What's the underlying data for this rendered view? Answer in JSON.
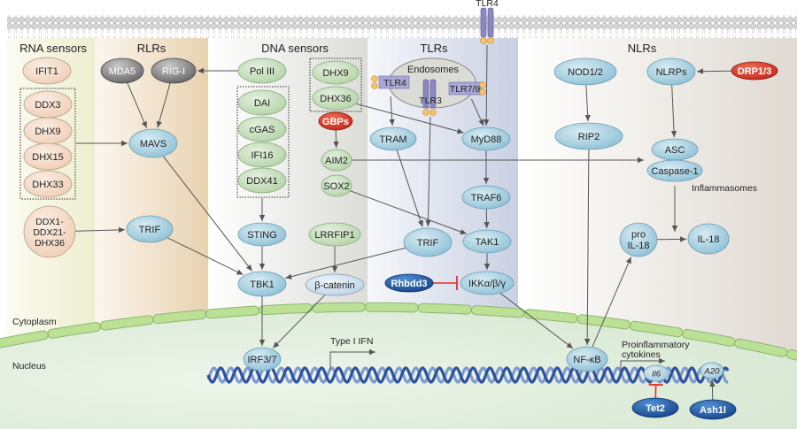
{
  "headers": {
    "rna_sensors": "RNA sensors",
    "rlrs": "RLRs",
    "dna_sensors": "DNA sensors",
    "tlrs": "TLRs",
    "nlrs": "NLRs"
  },
  "compartments": {
    "cytoplasm": "Cytoplasm",
    "nucleus": "Nucleus",
    "endosomes": "Endosomes",
    "inflammasomes": "Inflammasomes"
  },
  "receptors": {
    "tlr4_membrane": "TLR4",
    "tlr4_endosome": "TLR4",
    "tlr3": "TLR3",
    "tlr79": "TLR7/9"
  },
  "transcription": {
    "type1_ifn": "Type I IFN",
    "proinflammatory_1": "Proinflammatory",
    "proinflammatory_2": "cytokines"
  },
  "colors": {
    "peach": "#f2d6c0",
    "gray": "#7a7a7a",
    "green": "#c6ddbd",
    "blue": "#9fcbdc",
    "red": "#d8372a",
    "dark_blue": "#1c57a3",
    "inhibit": "#e8302a",
    "nuclear_envelope": "#b9dc92",
    "dna": "#2f52a0"
  },
  "nodes": [
    {
      "id": "ifit1",
      "label": "IFIT1",
      "kind": "peach"
    },
    {
      "id": "ddx3",
      "label": "DDX3",
      "kind": "peach"
    },
    {
      "id": "dhx9a",
      "label": "DHX9",
      "kind": "peach"
    },
    {
      "id": "dhx15",
      "label": "DHX15",
      "kind": "peach"
    },
    {
      "id": "dhx33",
      "label": "DHX33",
      "kind": "peach"
    },
    {
      "id": "ddx1",
      "label": "DDX1-\nDDX21-\nDHX36",
      "kind": "peach"
    },
    {
      "id": "mda5",
      "label": "MDA5",
      "kind": "gray"
    },
    {
      "id": "rigi",
      "label": "RIG-I",
      "kind": "gray"
    },
    {
      "id": "mavs",
      "label": "MAVS",
      "kind": "blue"
    },
    {
      "id": "trif1",
      "label": "TRIF",
      "kind": "blue"
    },
    {
      "id": "pol3",
      "label": "Pol III",
      "kind": "green"
    },
    {
      "id": "dai",
      "label": "DAI",
      "kind": "green"
    },
    {
      "id": "cgas",
      "label": "cGAS",
      "kind": "green"
    },
    {
      "id": "ifi16",
      "label": "IFI16",
      "kind": "green"
    },
    {
      "id": "ddx41",
      "label": "DDX41",
      "kind": "green"
    },
    {
      "id": "sting",
      "label": "STING",
      "kind": "blue"
    },
    {
      "id": "tbk1",
      "label": "TBK1",
      "kind": "blue"
    },
    {
      "id": "lrrfip1",
      "label": "LRRFIP1",
      "kind": "green"
    },
    {
      "id": "bcat",
      "label": "β-catenin",
      "kind": "lightblue"
    },
    {
      "id": "irf",
      "label": "IRF3/7",
      "kind": "blue"
    },
    {
      "id": "dhx9b",
      "label": "DHX9",
      "kind": "green"
    },
    {
      "id": "dhx36",
      "label": "DHX36",
      "kind": "green"
    },
    {
      "id": "gbps",
      "label": "GBPs",
      "kind": "red"
    },
    {
      "id": "aim2",
      "label": "AIM2",
      "kind": "green"
    },
    {
      "id": "sox2",
      "label": "SOX2",
      "kind": "green"
    },
    {
      "id": "tram",
      "label": "TRAM",
      "kind": "blue"
    },
    {
      "id": "myd88",
      "label": "MyD88",
      "kind": "blue"
    },
    {
      "id": "traf6",
      "label": "TRAF6",
      "kind": "blue"
    },
    {
      "id": "trif2",
      "label": "TRIF",
      "kind": "blue"
    },
    {
      "id": "tak1",
      "label": "TAK1",
      "kind": "blue"
    },
    {
      "id": "ikk",
      "label": "IKKα/β/γ",
      "kind": "blue"
    },
    {
      "id": "rhbdd3",
      "label": "Rhbdd3",
      "kind": "darkblue"
    },
    {
      "id": "nod",
      "label": "NOD1/2",
      "kind": "blue"
    },
    {
      "id": "rip2",
      "label": "RIP2",
      "kind": "blue"
    },
    {
      "id": "nlrps",
      "label": "NLRPs",
      "kind": "blue"
    },
    {
      "id": "drp",
      "label": "DRP1/3",
      "kind": "red"
    },
    {
      "id": "asc",
      "label": "ASC",
      "kind": "blue"
    },
    {
      "id": "casp1",
      "label": "Caspase-1",
      "kind": "blue"
    },
    {
      "id": "proil18",
      "label": "pro\nIL-18",
      "kind": "blue"
    },
    {
      "id": "il18",
      "label": "IL-18",
      "kind": "blue"
    },
    {
      "id": "nfkb",
      "label": "NF-κB",
      "kind": "blue"
    },
    {
      "id": "il6",
      "label": "Il6",
      "kind": "gene"
    },
    {
      "id": "a20",
      "label": "A20",
      "kind": "gene"
    },
    {
      "id": "tet2",
      "label": "Tet2",
      "kind": "darkblue"
    },
    {
      "id": "ash1l",
      "label": "Ash1l",
      "kind": "darkblue"
    }
  ],
  "edges": [
    {
      "from": "pol3",
      "to": "rigi",
      "type": "activate"
    },
    {
      "from": "mda5",
      "to": "mavs",
      "type": "activate"
    },
    {
      "from": "rigi",
      "to": "mavs",
      "type": "activate"
    },
    {
      "from": "rnabox",
      "to": "mavs",
      "type": "activate"
    },
    {
      "from": "mavs",
      "to": "tbk1",
      "type": "activate"
    },
    {
      "from": "ddx1",
      "to": "trif1",
      "type": "activate"
    },
    {
      "from": "trif1",
      "to": "tbk1",
      "type": "activate"
    },
    {
      "from": "dnabox",
      "to": "sting",
      "type": "activate"
    },
    {
      "from": "sting",
      "to": "tbk1",
      "type": "activate"
    },
    {
      "from": "trif2",
      "to": "tbk1",
      "type": "activate"
    },
    {
      "from": "lrrfip1",
      "to": "bcat",
      "type": "activate"
    },
    {
      "from": "tbk1",
      "to": "irf",
      "type": "activate"
    },
    {
      "from": "bcat",
      "to": "irf",
      "type": "activate"
    },
    {
      "from": "gbps",
      "to": "aim2",
      "type": "activate"
    },
    {
      "from": "aim2",
      "to": "casp1",
      "type": "activate"
    },
    {
      "from": "sox2",
      "to": "tak1",
      "type": "activate"
    },
    {
      "from": "dhx36",
      "to": "myd88",
      "type": "activate"
    },
    {
      "from": "tlr4e",
      "to": "tram",
      "type": "activate"
    },
    {
      "from": "tram",
      "to": "trif2",
      "type": "activate"
    },
    {
      "from": "tlr3r",
      "to": "trif2",
      "type": "activate"
    },
    {
      "from": "tlr79r",
      "to": "myd88",
      "type": "activate"
    },
    {
      "from": "tlr4m",
      "to": "myd88",
      "type": "activate"
    },
    {
      "from": "myd88",
      "to": "traf6",
      "type": "activate"
    },
    {
      "from": "traf6",
      "to": "tak1",
      "type": "activate"
    },
    {
      "from": "tak1",
      "to": "ikk",
      "type": "activate"
    },
    {
      "from": "rhbdd3",
      "to": "ikk",
      "type": "inhibit"
    },
    {
      "from": "ikk",
      "to": "nfkb",
      "type": "activate"
    },
    {
      "from": "nod",
      "to": "rip2",
      "type": "activate"
    },
    {
      "from": "rip2",
      "to": "nfkb",
      "type": "activate"
    },
    {
      "from": "drp",
      "to": "nlrps",
      "type": "activate"
    },
    {
      "from": "nlrps",
      "to": "asc",
      "type": "activate"
    },
    {
      "from": "proil18",
      "to": "il18",
      "type": "activate"
    },
    {
      "from": "nfkb",
      "to": "proil18",
      "type": "activate"
    },
    {
      "from": "tet2",
      "to": "il6",
      "type": "inhibit"
    },
    {
      "from": "ash1l",
      "to": "a20",
      "type": "activate"
    }
  ]
}
